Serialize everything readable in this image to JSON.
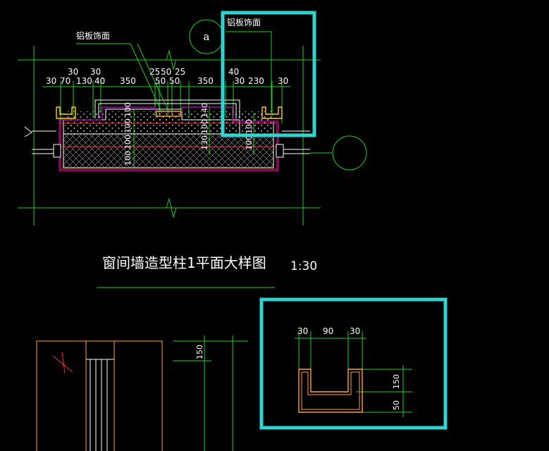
{
  "plan": {
    "label_top": "铝板饰面",
    "label_right": "铝板饰面",
    "bubble": "a",
    "dims_top": [
      "30",
      "30",
      "30",
      "70",
      "130",
      "40",
      "350",
      "25",
      "50",
      "25",
      "50",
      "50",
      "350",
      "40",
      "30",
      "230",
      "30"
    ],
    "dims_vertical": [
      "100",
      "100",
      "100",
      "100",
      "130",
      "100",
      "140",
      "100",
      "100"
    ]
  },
  "title": {
    "text": "窗间墙造型柱1平面大样图",
    "scale": "1:30"
  },
  "detail": {
    "dims_top": [
      "30",
      "90",
      "30"
    ],
    "dims_right": [
      "50",
      "150"
    ]
  },
  "elevation": {
    "dim": "150"
  },
  "colors": {
    "background": "#000000",
    "dimension_lines": "#1fd11f",
    "highlight_boxes": "#31d3cf",
    "orange_outline": "#ffa43a",
    "yellow_channel": "#ffd21f",
    "magenta_finish": "#d000d0",
    "red_axis": "#ff3030"
  }
}
